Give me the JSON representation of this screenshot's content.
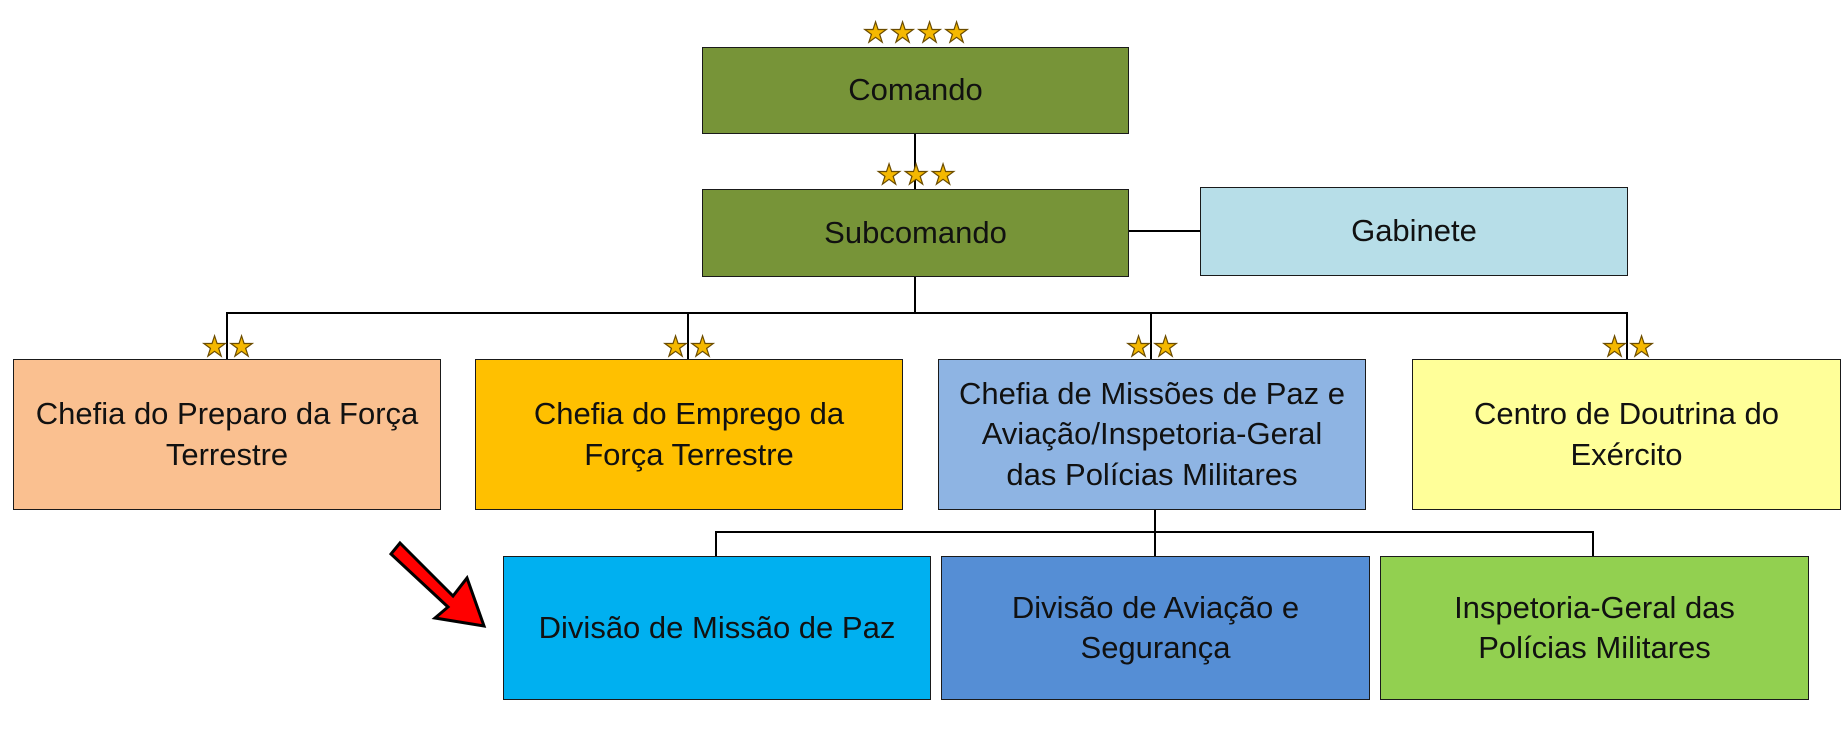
{
  "colors": {
    "olive": "#779438",
    "light_blue": "#b7dee8",
    "salmon": "#fac090",
    "amber": "#ffc000",
    "periwinkle": "#8eb4e3",
    "pale_yellow": "#ffff99",
    "sky_blue": "#00b0f0",
    "steel_blue": "#558ed5",
    "lime_green": "#92d050",
    "star": "#f5b800",
    "arrow": "#ff0000"
  },
  "nodes": {
    "comando": {
      "label": "Comando",
      "stars": 4
    },
    "subcomando": {
      "label": "Subcomando",
      "stars": 3
    },
    "gabinete": {
      "label": "Gabinete"
    },
    "chefia_preparo": {
      "label": "Chefia do Preparo da Força\nTerrestre",
      "stars": 2
    },
    "chefia_emprego": {
      "label": "Chefia do Emprego da\nForça Terrestre",
      "stars": 2
    },
    "chefia_missoes": {
      "label": "Chefia de Missões de Paz e\nAviação/Inspetoria-Geral\ndas Polícias Militares",
      "stars": 2
    },
    "centro_doutrina": {
      "label": "Centro de Doutrina do\nExército",
      "stars": 2
    },
    "divisao_missao_paz": {
      "label": "Divisão de Missão de Paz"
    },
    "divisao_aviacao": {
      "label": "Divisão de Aviação e\nSegurança"
    },
    "inspetoria_geral": {
      "label": "Inspetoria-Geral das\nPolícias Militares"
    }
  },
  "highlight": {
    "icon": "red-arrow-icon",
    "target": "divisao_missao_paz"
  }
}
